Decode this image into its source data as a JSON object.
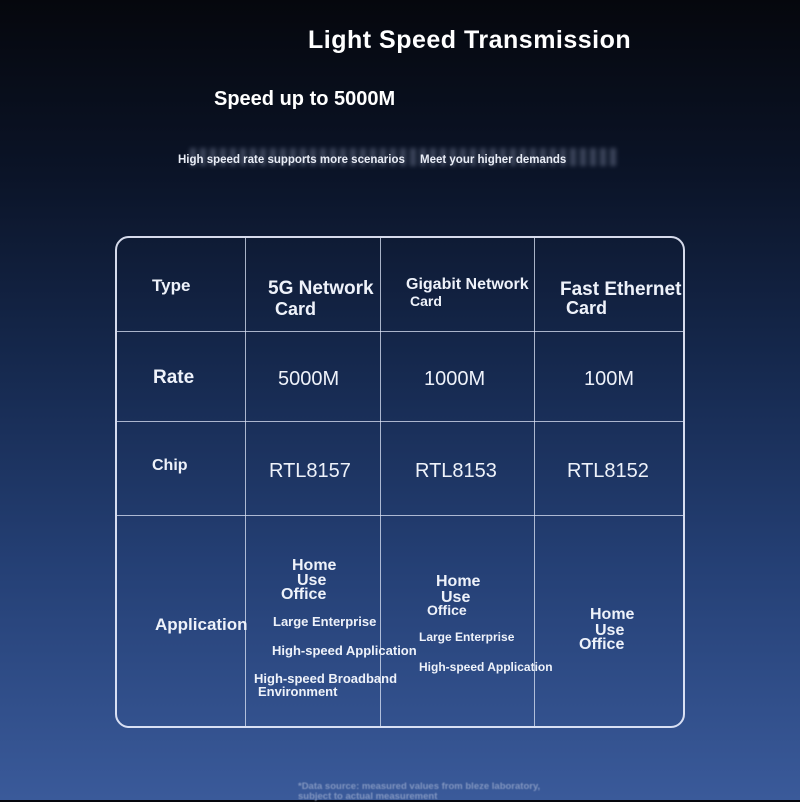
{
  "header": {
    "title": "Light Speed Transmission",
    "subtitle": "Speed up to 5000M",
    "tagline_left": "High speed rate supports more scenarios",
    "tagline_right": "Meet your higher demands"
  },
  "table": {
    "row_labels": [
      "Type",
      "Rate",
      "Chip",
      "Application"
    ],
    "columns": [
      {
        "type_line1": "5G Network",
        "type_line2": "Card",
        "rate": "5000M",
        "chip": "RTL8157",
        "application": [
          "Home",
          "Use",
          "Office",
          "Large Enterprise",
          "High-speed Application",
          "High-speed Broadband",
          "Environment"
        ]
      },
      {
        "type_line1": "Gigabit Network",
        "type_line2": "Card",
        "rate": "1000M",
        "chip": "RTL8153",
        "application": [
          "Home",
          "Use",
          "Office",
          "Large Enterprise",
          "High-speed Application"
        ]
      },
      {
        "type_line1": "Fast Ethernet",
        "type_line2": "Card",
        "rate": "100M",
        "chip": "RTL8152",
        "application": [
          "Home",
          "Use",
          "Office"
        ]
      }
    ]
  },
  "footnote": {
    "line1": "*Data source: measured values from bleze laboratory,",
    "line2": "subject to actual measurement"
  }
}
